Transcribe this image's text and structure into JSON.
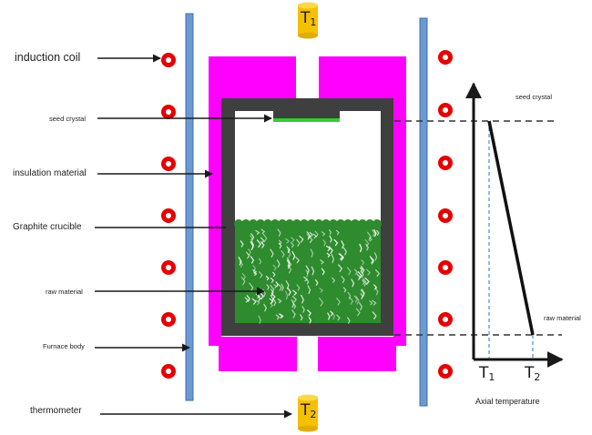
{
  "labels": {
    "induction_coil": "induction coil",
    "seed_crystal": "seed crystal",
    "insulation_material": "insulation material",
    "graphite_crucible": "Graphite crucible",
    "raw_material": "raw material",
    "furnace_body": "Furnace body",
    "thermometer": "thermometer"
  },
  "thermometers": {
    "top": {
      "symbol": "T",
      "subscript": "1"
    },
    "bottom": {
      "symbol": "T",
      "subscript": "2"
    }
  },
  "temperature_plot": {
    "seed_label": "seed crystal",
    "raw_label": "raw material",
    "t1": {
      "symbol": "T",
      "subscript": "1"
    },
    "t2": {
      "symbol": "T",
      "subscript": "2"
    },
    "xlabel": "Axial temperature"
  },
  "colors": {
    "insulation": "#ff00ff",
    "crucible_wall": "#3f3f3f",
    "raw_material": "#2e8b2e",
    "seed_crystal": "#33cc33",
    "furnace_wall": "#6a9ad0",
    "coil": "#e60000",
    "thermometer": "#f5c000"
  }
}
